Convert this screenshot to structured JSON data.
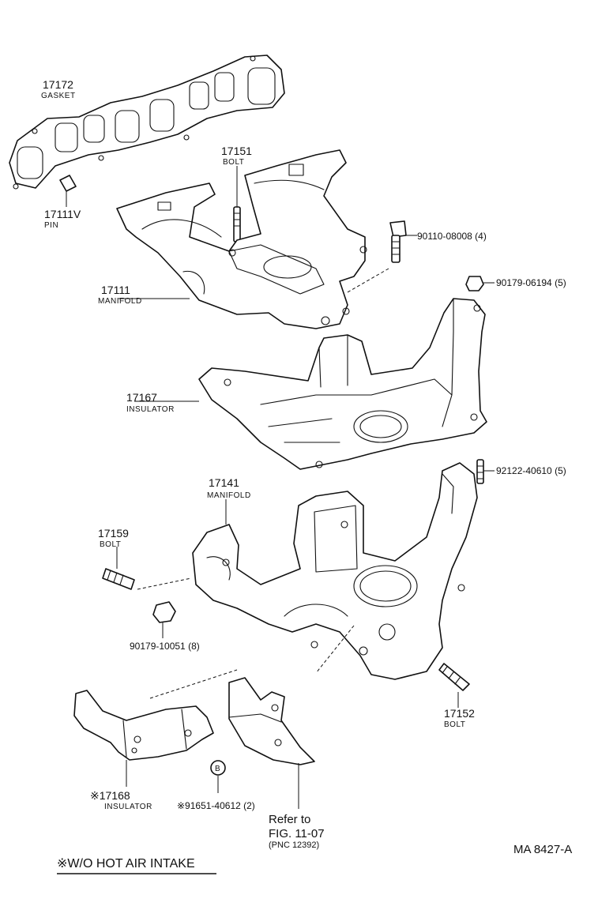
{
  "labels": {
    "gasket_no": "17172",
    "gasket_name": "GASKET",
    "pin_no": "17111V",
    "pin_name": "PIN",
    "bolt_17151_no": "17151",
    "bolt_17151_name": "BOLT",
    "manifold_17111_no": "17111",
    "manifold_17111_name": "MANIFOLD",
    "bolt_90110": "90110-08008 (4)",
    "nut_90179_06194": "90179-06194 (5)",
    "insulator_17167_no": "17167",
    "insulator_17167_name": "INSULATOR",
    "manifold_17141_no": "17141",
    "manifold_17141_name": "MANIFOLD",
    "stud_92122": "92122-40610 (5)",
    "bolt_17159_no": "17159",
    "bolt_17159_name": "BOLT",
    "nut_90179_10051": "90179-10051 (8)",
    "bolt_17152_no": "17152",
    "bolt_17152_name": "BOLT",
    "insulator_17168_no": "※17168",
    "insulator_17168_name": "INSULATOR",
    "bolt_91651": "※91651-40612 (2)",
    "b_marker": "B",
    "refer_line1": "Refer to",
    "refer_line2": "FIG. 11-07",
    "refer_line3": "(PNC 12392)"
  },
  "diagram_id": "MA 8427-A",
  "footnote": "※W/O HOT AIR INTAKE"
}
